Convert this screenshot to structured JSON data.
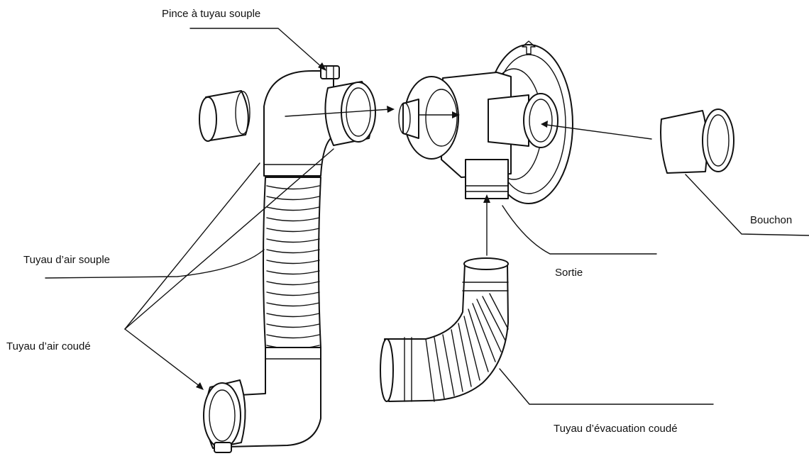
{
  "labels": {
    "pince": "Pince à tuyau souple",
    "bouchon": "Bouchon",
    "sortie": "Sortie",
    "tuyau_souple": "Tuyau d’air souple",
    "tuyau_coude": "Tuyau d’air coudé",
    "evacuation": "Tuyau d’évacuation coudé"
  }
}
